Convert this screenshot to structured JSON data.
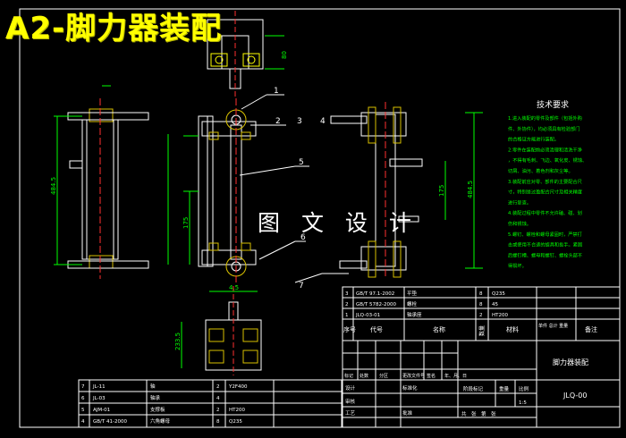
{
  "title": "A2-脚力器装配",
  "watermark": "图 文 设 计",
  "colors": {
    "background": "#000000",
    "frame": "#ffffff",
    "part_lines": "#ffffff",
    "dimension": "#00ff00",
    "leader": "#ffffff",
    "accent_yellow": "#ffff00",
    "fastener_yellow": "#d9c100",
    "note_text": "#00ff00",
    "table_text": "#ffffff",
    "table_lines": "#ffffff"
  },
  "balloons": [
    "1",
    "2",
    "3",
    "4",
    "5",
    "6",
    "7"
  ],
  "tech_requirements": {
    "heading": "技术要求",
    "lines": [
      "1.进入装配的零件及部件（包括外购",
      "件、外协件），均必须具有检验部门",
      "的合格证方能进行装配。",
      "2.零件在装配前必须清理和清洗干净",
      "，不得有毛刺、飞边、氧化皮、锈蚀、",
      "切屑、油污、着色剂和灰尘等。",
      "3.装配前应对零、部件的主要配合尺",
      "寸，特别是过盈配合尺寸及相关精度",
      "进行复查。",
      "4.装配过程中零件不允许磕、碰、划",
      "伤和锈蚀。",
      "5.螺钉、螺栓和螺母紧固时，严禁打",
      "击或使用不合适的旋具和扳手。紧固",
      "后螺钉槽、螺母和螺钉、螺栓头部不",
      "得损坏。"
    ]
  },
  "bom_upper": {
    "rows": [
      [
        "3",
        "GB/T 97.1-2002",
        "平垫",
        "8",
        "Q235",
        ""
      ],
      [
        "2",
        "GB/T 5782-2000",
        "螺栓",
        "8",
        "45",
        ""
      ],
      [
        "1",
        "JLQ-03-01",
        "轴承座",
        "2",
        "HT200",
        ""
      ]
    ],
    "header": [
      "序号",
      "代号",
      "名称",
      "数量",
      "材料",
      "单件 总计 重量",
      "备注"
    ]
  },
  "bom_lower": {
    "rows": [
      [
        "7",
        "JL-11",
        "轴",
        "2",
        "Y2F400",
        ""
      ],
      [
        "6",
        "JL-03",
        "轴承",
        "4",
        "",
        ""
      ],
      [
        "5",
        "AJM-01",
        "支撑板",
        "2",
        "HT200",
        ""
      ],
      [
        "4",
        "GB/T 41-2000",
        "六角螺母",
        "8",
        "Q235",
        ""
      ]
    ]
  },
  "title_block": {
    "drawing_name": "脚力器装配",
    "drawing_code": "JLQ-00",
    "stage_label": "阶段标记",
    "weight_label": "重量",
    "scale_label": "比例",
    "scale_value": "1:5",
    "sheet_total": "共　张　第　张",
    "design_label": "设计",
    "standard_label": "标准化",
    "check_label": "审核",
    "process_label": "工艺",
    "approve_label": "批准",
    "revision_cols": [
      "标记",
      "处数",
      "分区",
      "更改文件号",
      "签名",
      "年、月、日"
    ]
  },
  "dimensions": {
    "overall_left": "484.5",
    "overall_right": "484.5",
    "inner_mid": "175",
    "inner_right": "175",
    "bottom_view": "233.5",
    "top_block": "80",
    "bottom_w": "4.5"
  }
}
